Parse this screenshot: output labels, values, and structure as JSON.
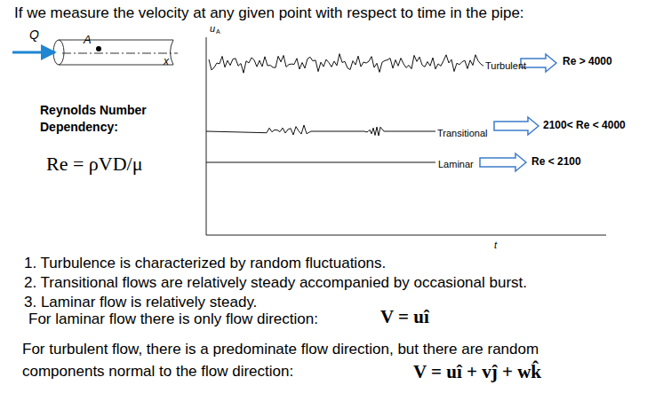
{
  "diagram": {
    "title": "If we measure the velocity at any given point with respect to time in the pipe:",
    "labels": [
      "Q",
      "A",
      "x",
      "u",
      "A",
      "Turbulent",
      "Re > 4000",
      "Reynolds Number Dependency:",
      "Transitional",
      "2100< Re < 4000",
      "Laminar",
      "Re < 2100",
      "Re = ρVD/μ",
      "t",
      "1.  Turbulence is characterized by random fluctuations.",
      "2.  Transitional flows are relatively steady accompanied by occasional burst.",
      "3.  Laminar flow is relatively steady.",
      "For laminar flow there is only flow direction:",
      "V = uî",
      "For turbulent flow, there is a predominate flow direction, but there are random components normal to the flow direction:",
      "V = uî + vĵ + wk̂"
    ]
  }
}
